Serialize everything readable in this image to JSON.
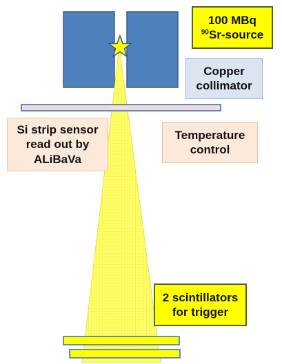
{
  "source": {
    "line1": "100 MBq",
    "isotope_mass_number": "90",
    "line2": "Sr-source"
  },
  "collimator": {
    "line1": "Copper",
    "line2": "collimator"
  },
  "sensor": {
    "line1": "Si strip sensor",
    "line2": "read out by",
    "line3": "ALiBaVa"
  },
  "temperature": {
    "line1": "Temperature",
    "line2": "control"
  },
  "scintillators": {
    "line1": "2 scintillators",
    "line2": "for trigger"
  },
  "colors": {
    "collimator_blocks": "#4f81bd",
    "beam": "#ffff66",
    "star": "#ffff00",
    "sensor_plate": "#f2dcdb",
    "scintillator_plates": "#ffff00"
  }
}
